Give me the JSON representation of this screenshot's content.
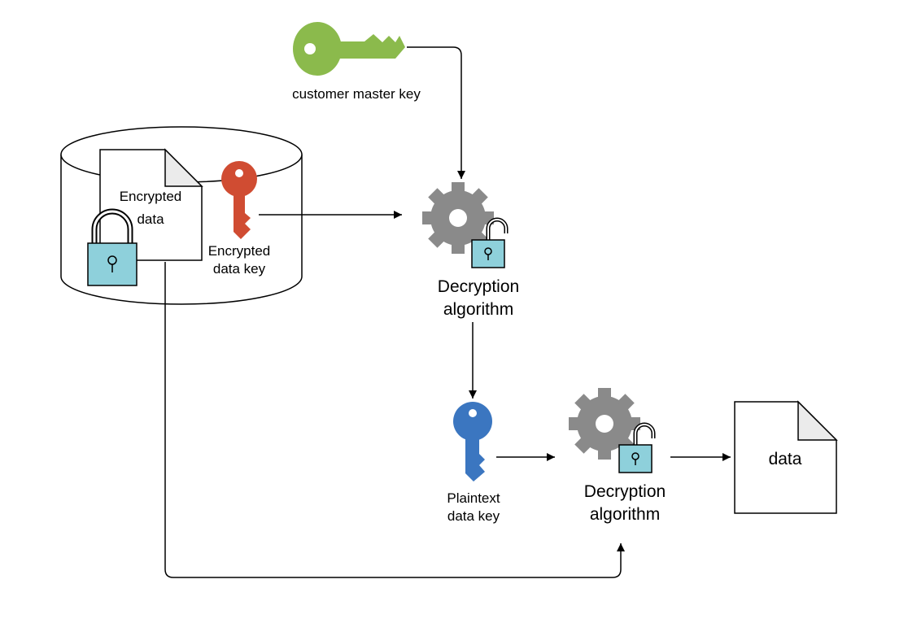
{
  "labels": {
    "customer_master_key": "customer master key",
    "encrypted_data_line1": "Encrypted",
    "encrypted_data_line2": "data",
    "encrypted_data_key_line1": "Encrypted",
    "encrypted_data_key_line2": "data key",
    "decryption_algorithm_1_line1": "Decryption",
    "decryption_algorithm_1_line2": "algorithm",
    "plaintext_data_key_line1": "Plaintext",
    "plaintext_data_key_line2": "data key",
    "decryption_algorithm_2_line1": "Decryption",
    "decryption_algorithm_2_line2": "algorithm",
    "output_data": "data"
  },
  "icons": {
    "master_key": "key-icon",
    "encrypted_data_key": "key-icon",
    "plaintext_data_key": "key-icon",
    "storage": "database-icon",
    "document": "document-icon",
    "locked": "padlock-closed-icon",
    "unlocked": "padlock-open-icon",
    "gear": "gear-icon"
  },
  "colors": {
    "master_key": "#8BBA4C",
    "encrypted_data_key": "#D04C32",
    "plaintext_data_key": "#3B76C0",
    "gear": "#8A8A8A",
    "lock_body": "#8ED0DB"
  }
}
